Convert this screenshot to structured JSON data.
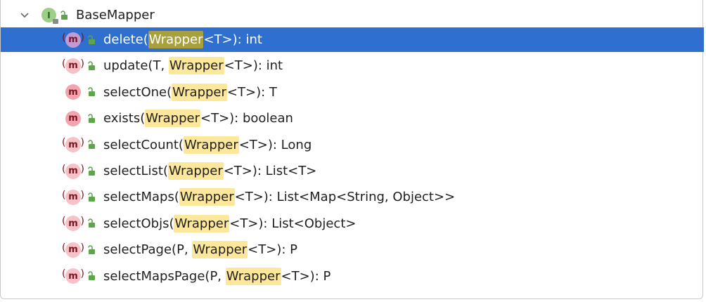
{
  "tree": {
    "root": {
      "label": "BaseMapper",
      "icon_letter": "I"
    },
    "highlight": "Wrapper",
    "selected_index": 0,
    "methods": [
      {
        "name": "delete(",
        "param_before": "",
        "after": "<T>): int",
        "icon": "abstract"
      },
      {
        "name": "update(",
        "param_before": "T, ",
        "after": "<T>): int",
        "icon": "abstract"
      },
      {
        "name": "selectOne(",
        "param_before": "",
        "after": "<T>): T",
        "icon": "plain"
      },
      {
        "name": "exists(",
        "param_before": "",
        "after": "<T>): boolean",
        "icon": "plain"
      },
      {
        "name": "selectCount(",
        "param_before": "",
        "after": "<T>): Long",
        "icon": "abstract"
      },
      {
        "name": "selectList(",
        "param_before": "",
        "after": "<T>): List<T>",
        "icon": "abstract"
      },
      {
        "name": "selectMaps(",
        "param_before": "",
        "after": "<T>): List<Map<String, Object>>",
        "icon": "abstract"
      },
      {
        "name": "selectObjs(",
        "param_before": "",
        "after": "<T>): List<Object>",
        "icon": "abstract"
      },
      {
        "name": "selectPage(",
        "param_before": "P, ",
        "after": "<T>): P",
        "icon": "abstract"
      },
      {
        "name": "selectMapsPage(",
        "param_before": "P, ",
        "after": "<T>): P",
        "icon": "abstract"
      }
    ]
  },
  "icons": {
    "expand": "chevron-down-icon",
    "interface": "interface-icon",
    "visibility": "public-lock-icon",
    "method": "method-icon"
  },
  "colors": {
    "selection": "#2f6fcf",
    "highlight": "#fde79a",
    "selected_highlight": "#a8a03f",
    "method_icon": "#f3a3ad",
    "interface_icon": "#9ccf87"
  }
}
